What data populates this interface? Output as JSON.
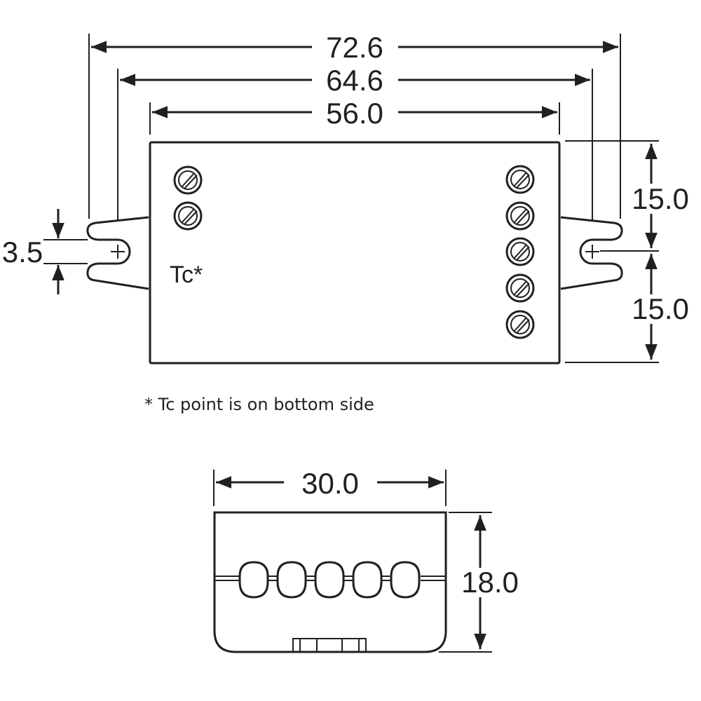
{
  "top_view": {
    "dims": {
      "overall_width": "72.6",
      "mount_hole_spacing": "64.6",
      "body_width": "56.0",
      "slot_width": "3.5",
      "upper_half_height": "15.0",
      "lower_half_height": "15.0"
    },
    "tc_label": "Tc*",
    "left_terminal_count": 2,
    "right_terminal_count": 5
  },
  "footnote": "* Tc point is on bottom side",
  "side_view": {
    "dims": {
      "width": "30.0",
      "height": "18.0"
    },
    "port_count": 5
  },
  "colors": {
    "line": "#231f20",
    "background": "#ffffff"
  }
}
